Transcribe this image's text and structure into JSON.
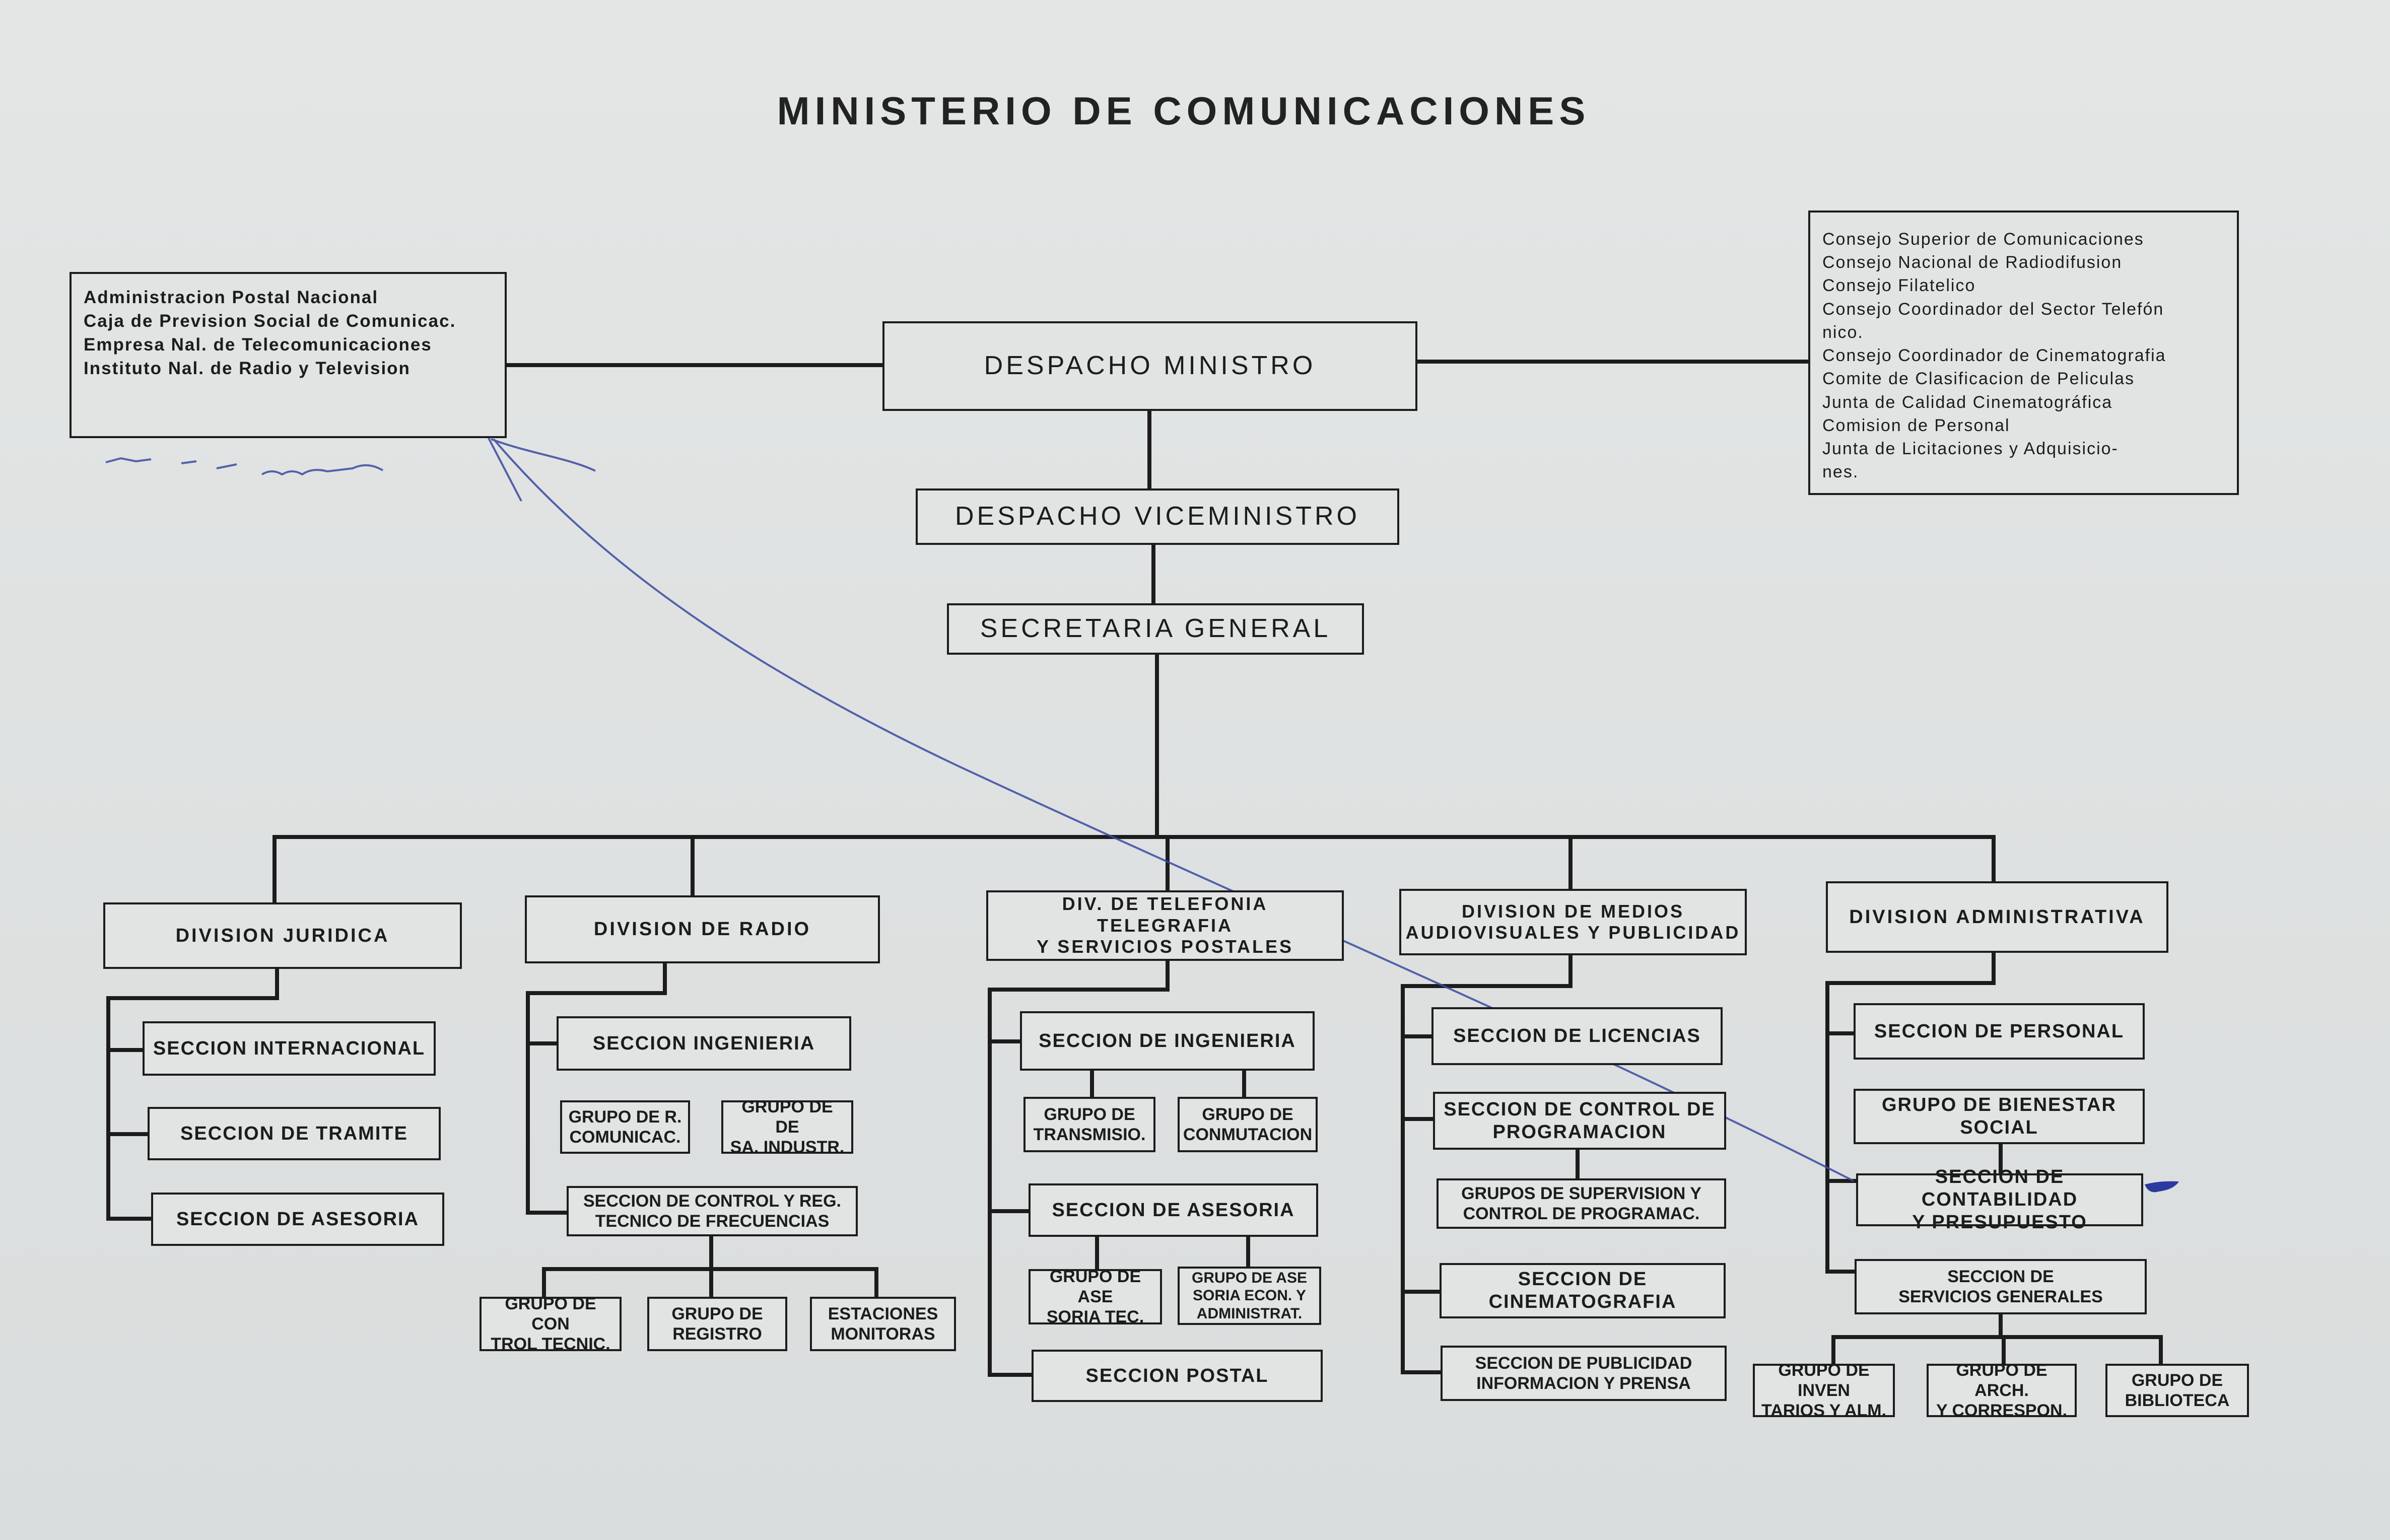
{
  "title": "MINISTERIO DE COMUNICACIONES",
  "left_entities": [
    "Administracion Postal Nacional",
    "Caja de Prevision Social de Comunicac.",
    "Empresa Nal. de Telecomunicaciones",
    "Instituto Nal. de Radio y Television"
  ],
  "right_councils": [
    "Consejo Superior de Comunicaciones",
    "Consejo Nacional de Radiodifusion",
    "Consejo Filatelico",
    "Consejo Coordinador del Sector Telefón",
    "nico.",
    "Consejo Coordinador de Cinematografia",
    "Comite de Clasificacion de Peliculas",
    "Junta de Calidad Cinematográfica",
    "Comision de Personal",
    "Junta de Licitaciones y Adquisicio-",
    "nes."
  ],
  "top": {
    "ministro": "DESPACHO MINISTRO",
    "viceministro": "DESPACHO VICEMINISTRO",
    "secretaria": "SECRETARIA GENERAL"
  },
  "divisions": {
    "juridica": {
      "name": "DIVISION JURIDICA",
      "sections": [
        "SECCION INTERNACIONAL",
        "SECCION DE TRAMITE",
        "SECCION DE ASESORIA"
      ]
    },
    "radio": {
      "name": "DIVISION DE RADIO",
      "sections": [
        "SECCION INGENIERIA",
        "SECCION DE CONTROL Y REG.\nTECNICO DE FRECUENCIAS"
      ],
      "groups": [
        "GRUPO DE R.\nCOMUNICAC.",
        "GRUPO DE DE\nSA. INDUSTR.",
        "GRUPO DE CON\nTROL TECNIC.",
        "GRUPO DE\nREGISTRO",
        "ESTACIONES\nMONITORAS"
      ]
    },
    "telefonia": {
      "name": "DIV. DE TELEFONIA TELEGRAFIA\nY SERVICIOS POSTALES",
      "sections": [
        "SECCION DE INGENIERIA",
        "SECCION DE ASESORIA",
        "SECCION POSTAL"
      ],
      "groups": [
        "GRUPO DE\nTRANSMISIO.",
        "GRUPO DE\nCONMUTACION",
        "GRUPO DE ASE\nSORIA TEC.",
        "GRUPO DE ASE\nSORIA ECON. Y\nADMINISTRAT."
      ]
    },
    "medios": {
      "name": "DIVISION DE MEDIOS\nAUDIOVISUALES Y PUBLICIDAD",
      "sections": [
        "SECCION DE LICENCIAS",
        "SECCION DE CONTROL DE\nPROGRAMACION",
        "GRUPOS DE SUPERVISION Y\nCONTROL DE PROGRAMAC.",
        "SECCION DE\nCINEMATOGRAFIA",
        "SECCION DE PUBLICIDAD\nINFORMACION Y PRENSA"
      ]
    },
    "administrativa": {
      "name": "DIVISION ADMINISTRATIVA",
      "sections": [
        "SECCION DE PERSONAL",
        "GRUPO DE BIENESTAR\nSOCIAL",
        "SECCION DE CONTABILIDAD\nY PRESUPUESTO",
        "SECCION DE\nSERVICIOS GENERALES"
      ],
      "groups": [
        "GRUPO DE INVEN\nTARIOS Y ALM.",
        "GRUPO DE ARCH.\nY CORRESPON.",
        "GRUPO DE\nBIBLIOTECA"
      ]
    }
  },
  "colors": {
    "ink": "#1c1c1c",
    "pen": "#3a4aa0",
    "paper": "#dfe1e1"
  }
}
